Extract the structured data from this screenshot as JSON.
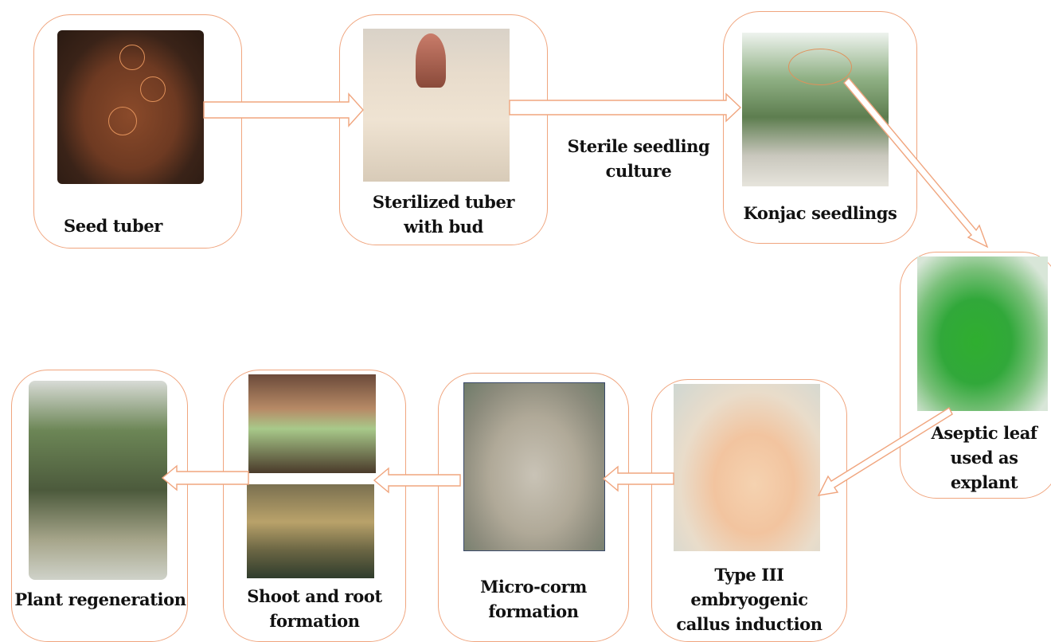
{
  "steps": [
    {
      "id": "seed-tuber",
      "label": "Seed tuber"
    },
    {
      "id": "sterilized-tuber",
      "label": "Sterilized tuber\nwith bud"
    },
    {
      "id": "konjac-seedlings",
      "label": "Konjac seedlings"
    },
    {
      "id": "aseptic-leaf",
      "label": "Aseptic leaf\nused as\nexplant"
    },
    {
      "id": "type-iii-callus",
      "label": "Type III\nembryogenic\ncallus induction"
    },
    {
      "id": "micro-corm",
      "label": "Micro-corm\nformation"
    },
    {
      "id": "shoot-root",
      "label": "Shoot and root\nformation"
    },
    {
      "id": "plant-regeneration",
      "label": "Plant regeneration"
    }
  ],
  "arrow_labels": {
    "sterile_culture": "Sterile seedling\nculture"
  },
  "colors": {
    "box_border": "#f0a57e",
    "arrow": "#f0a57e",
    "text": "#111111"
  }
}
